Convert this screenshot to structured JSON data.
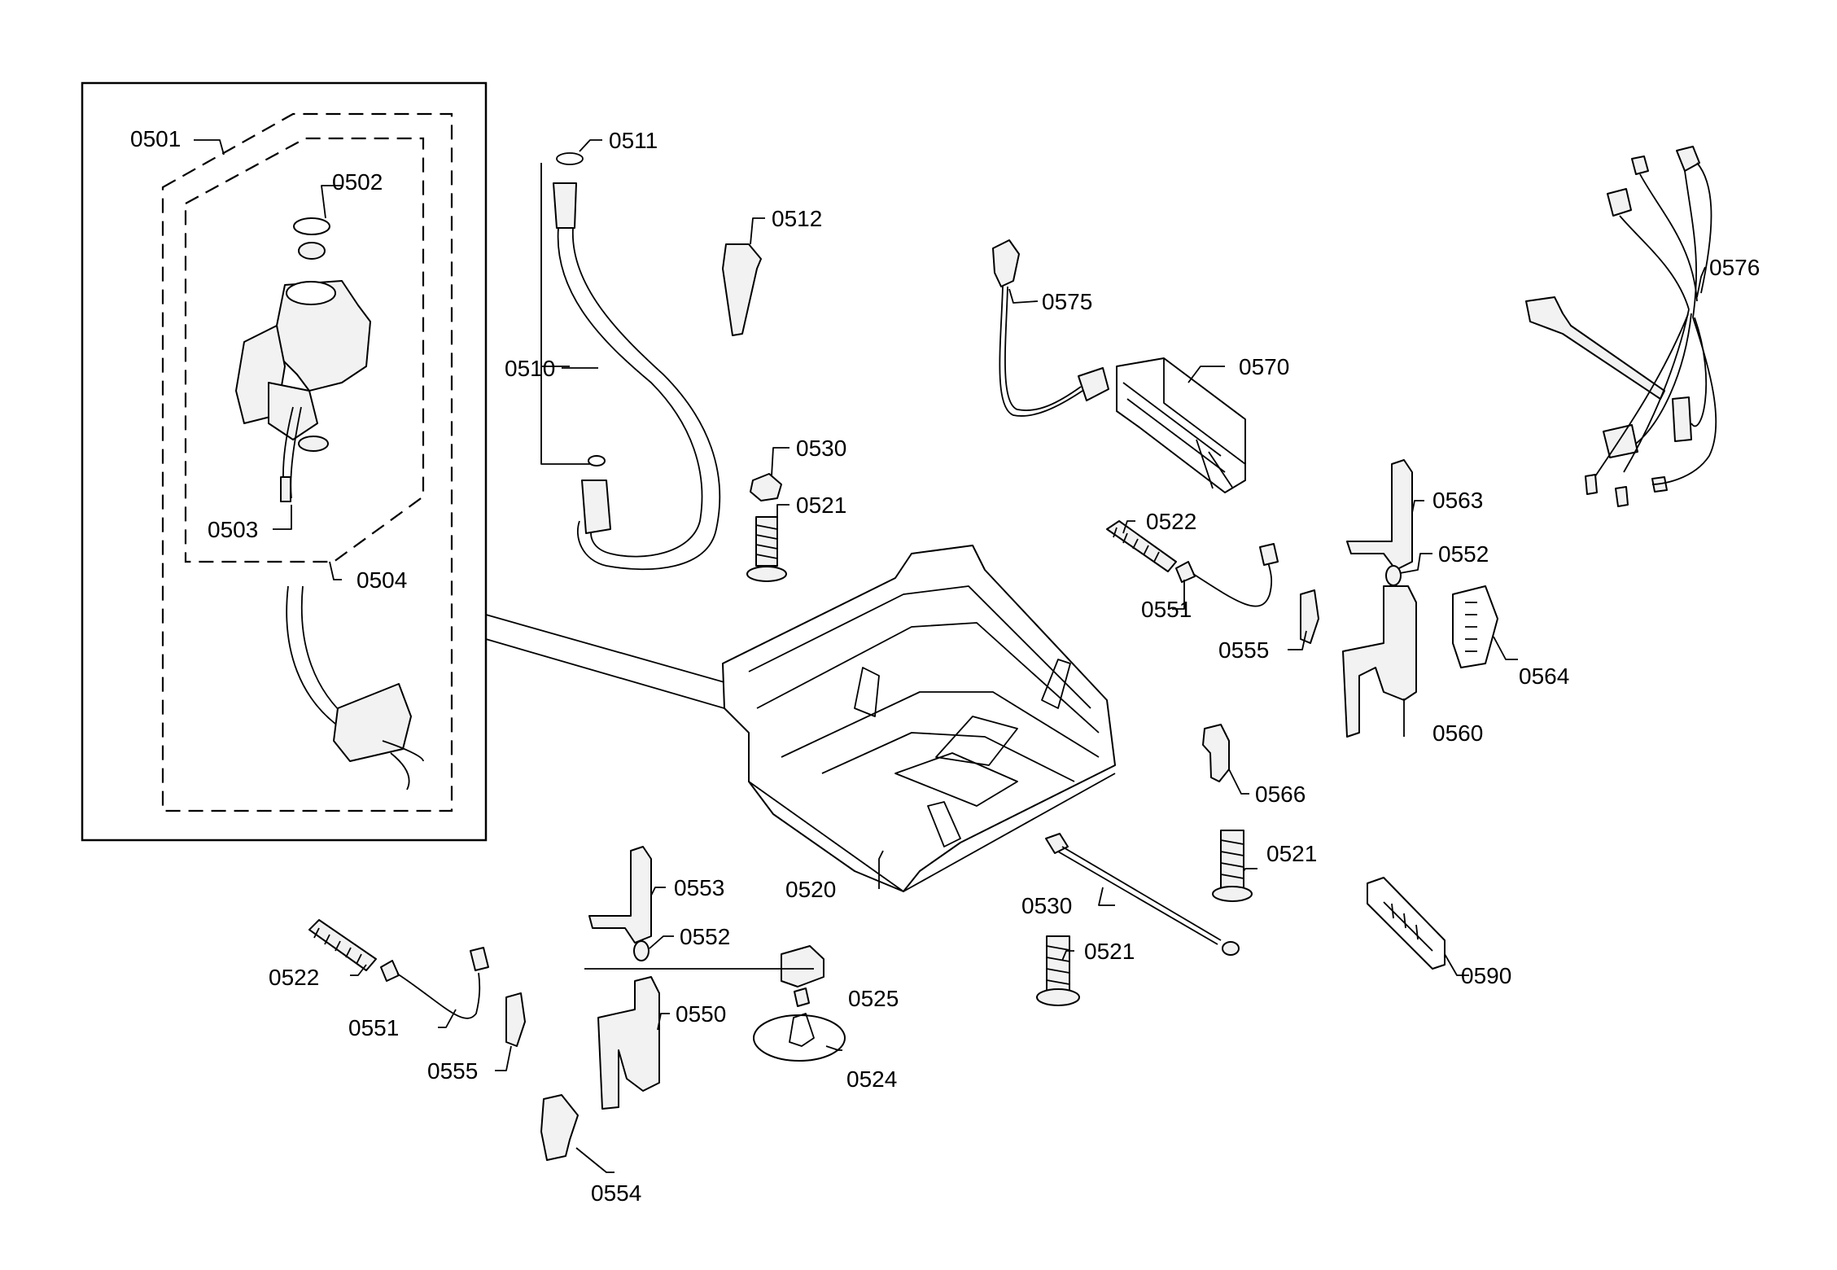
{
  "diagram": {
    "labels": {
      "p0501": "0501",
      "p0502": "0502",
      "p0503": "0503",
      "p0504": "0504",
      "p0510": "0510",
      "p0511": "0511",
      "p0512": "0512",
      "p0530a": "0530",
      "p0521a": "0521",
      "p0575": "0575",
      "p0570": "0570",
      "p0576": "0576",
      "p0522a": "0522",
      "p0551a": "0551",
      "p0555a": "0555",
      "p0563": "0563",
      "p0552a": "0552",
      "p0564": "0564",
      "p0560": "0560",
      "p0566": "0566",
      "p0521b": "0521",
      "p0530b": "0530",
      "p0520": "0520",
      "p0553": "0553",
      "p0552b": "0552",
      "p0550": "0550",
      "p0525": "0525",
      "p0524": "0524",
      "p0521c": "0521",
      "p0590": "0590",
      "p0522b": "0522",
      "p0551b": "0551",
      "p0555b": "0555",
      "p0554": "0554"
    }
  }
}
